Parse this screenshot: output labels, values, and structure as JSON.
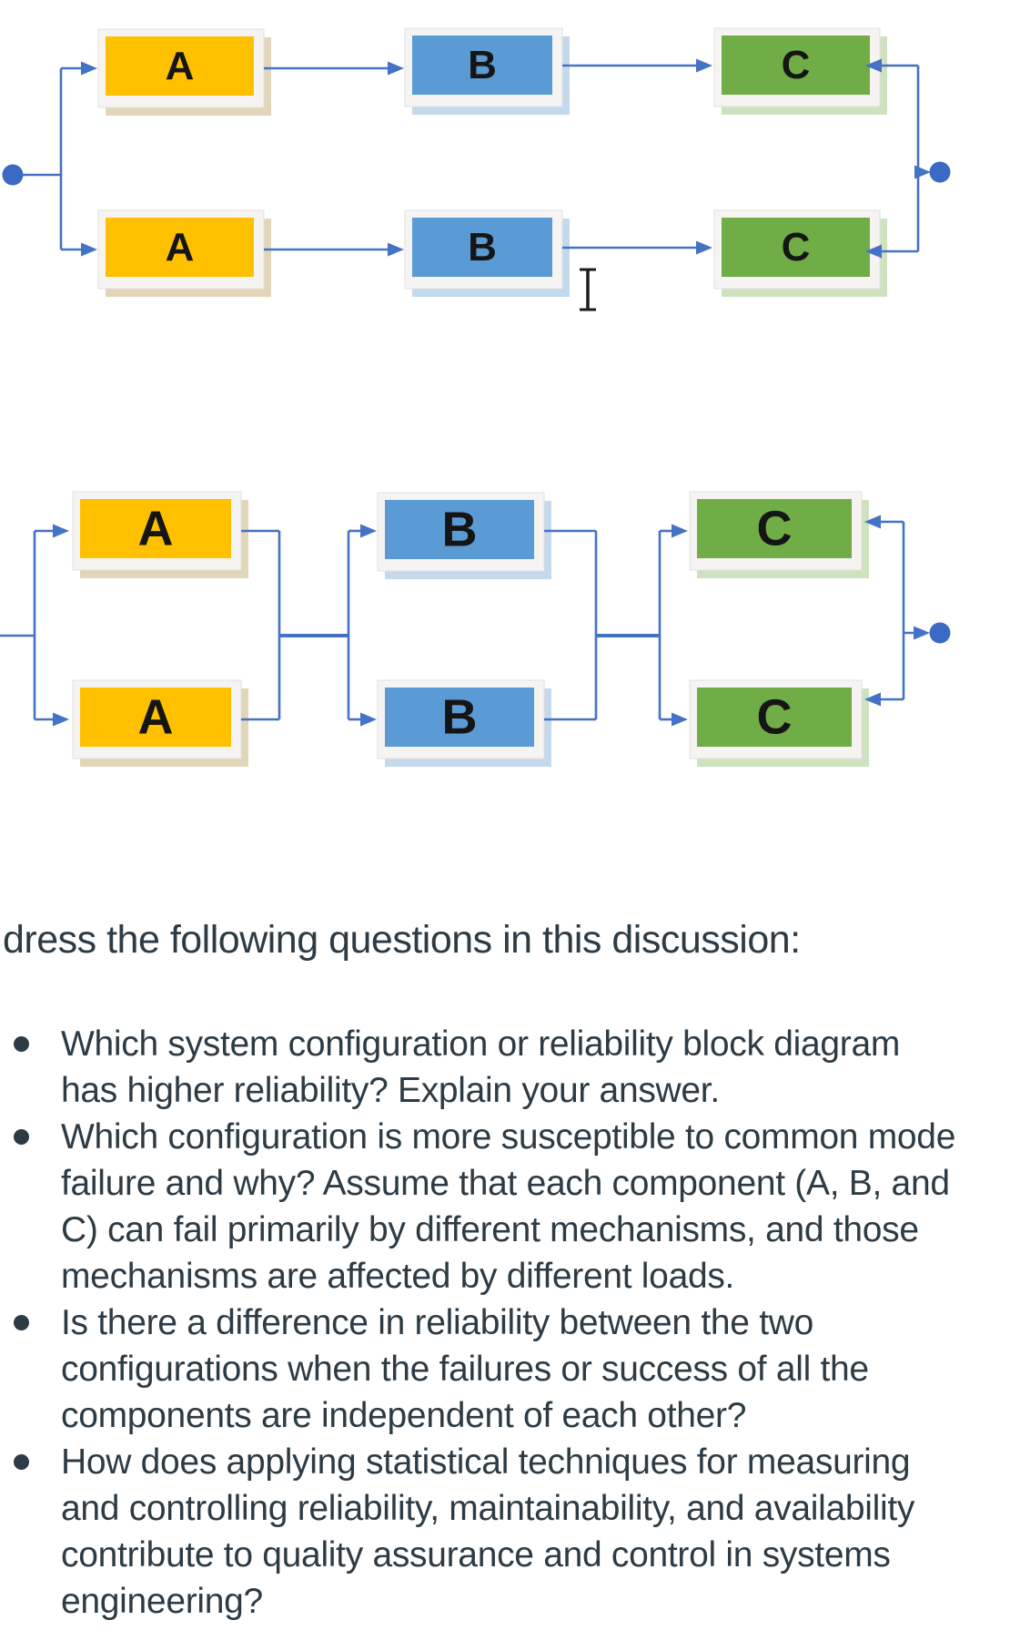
{
  "colors": {
    "connector": "#4472C4",
    "node": "#3B6AC4",
    "blocks": {
      "A": "#FFC000",
      "B": "#5B9BD5",
      "C": "#70AD47"
    },
    "block_shadows": {
      "A": "#CDBB8A",
      "B": "#9FC0E0",
      "C": "#AECF96"
    },
    "block_frame": "#F5F4F2",
    "block_frame_edge": "#E2E1DD",
    "block_letter": "#151515",
    "text": "#2D3B45",
    "cursor": "#1B1B1B"
  },
  "diagram_top": {
    "rows": [
      {
        "blocks": [
          "A",
          "B",
          "C"
        ]
      },
      {
        "blocks": [
          "A",
          "B",
          "C"
        ]
      }
    ]
  },
  "diagram_bottom": {
    "rows": [
      {
        "blocks": [
          "A",
          "B",
          "C"
        ]
      },
      {
        "blocks": [
          "A",
          "B",
          "C"
        ]
      }
    ]
  },
  "cursor": {
    "kind": "text-ibeam"
  },
  "content": {
    "heading": "dress the following questions in this discussion:",
    "bullets": [
      {
        "text": "Which system configuration or reliability block diagram has higher reliability? Explain your answer.",
        "lines": [
          "Which system configuration or reliability block diagram",
          "has higher reliability? Explain your answer."
        ]
      },
      {
        "text": "Which configuration is more susceptible to common mode failure and why? Assume that each component (A, B, and C) can fail primarily by different mechanisms, and those mechanisms are affected by different loads.",
        "lines": [
          "Which configuration is more susceptible to common mode",
          "failure and why? Assume that each component (A, B, and",
          "C) can fail primarily by different mechanisms, and those",
          "mechanisms are affected by different loads."
        ]
      },
      {
        "text": "Is there a difference in reliability between the two configurations when the failures or success of all the components are independent of each other?",
        "lines": [
          "Is there a difference in reliability between the two",
          "configurations when the failures or success of all the",
          "components are independent of each other?"
        ]
      },
      {
        "text": "How does applying statistical techniques for measuring and controlling reliability, maintainability, and availability contribute to quality assurance and control in systems engineering?",
        "lines": [
          "How does applying statistical techniques for measuring",
          "and controlling reliability, maintainability, and availability",
          "contribute to quality assurance and control in systems",
          "engineering?"
        ]
      }
    ]
  }
}
